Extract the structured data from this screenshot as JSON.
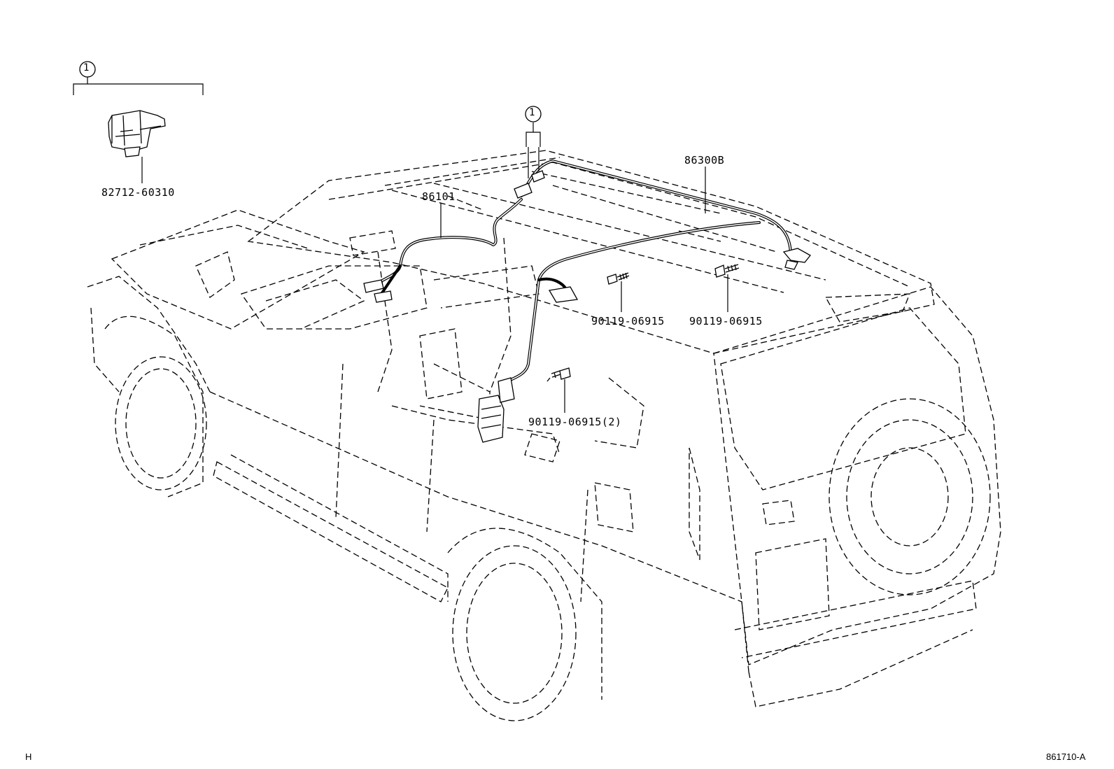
{
  "callouts": {
    "group_ref_left": "1",
    "group_ref_center": "1"
  },
  "parts": {
    "bracket": "82712-60310",
    "cord_front": "86101",
    "antenna_cord": "86300B",
    "bolt_a": "90119-06915",
    "bolt_b": "90119-06915",
    "bolt_c": "90119-06915(2)"
  },
  "footer": {
    "view_code": "H",
    "diagram_id": "861710-A"
  }
}
